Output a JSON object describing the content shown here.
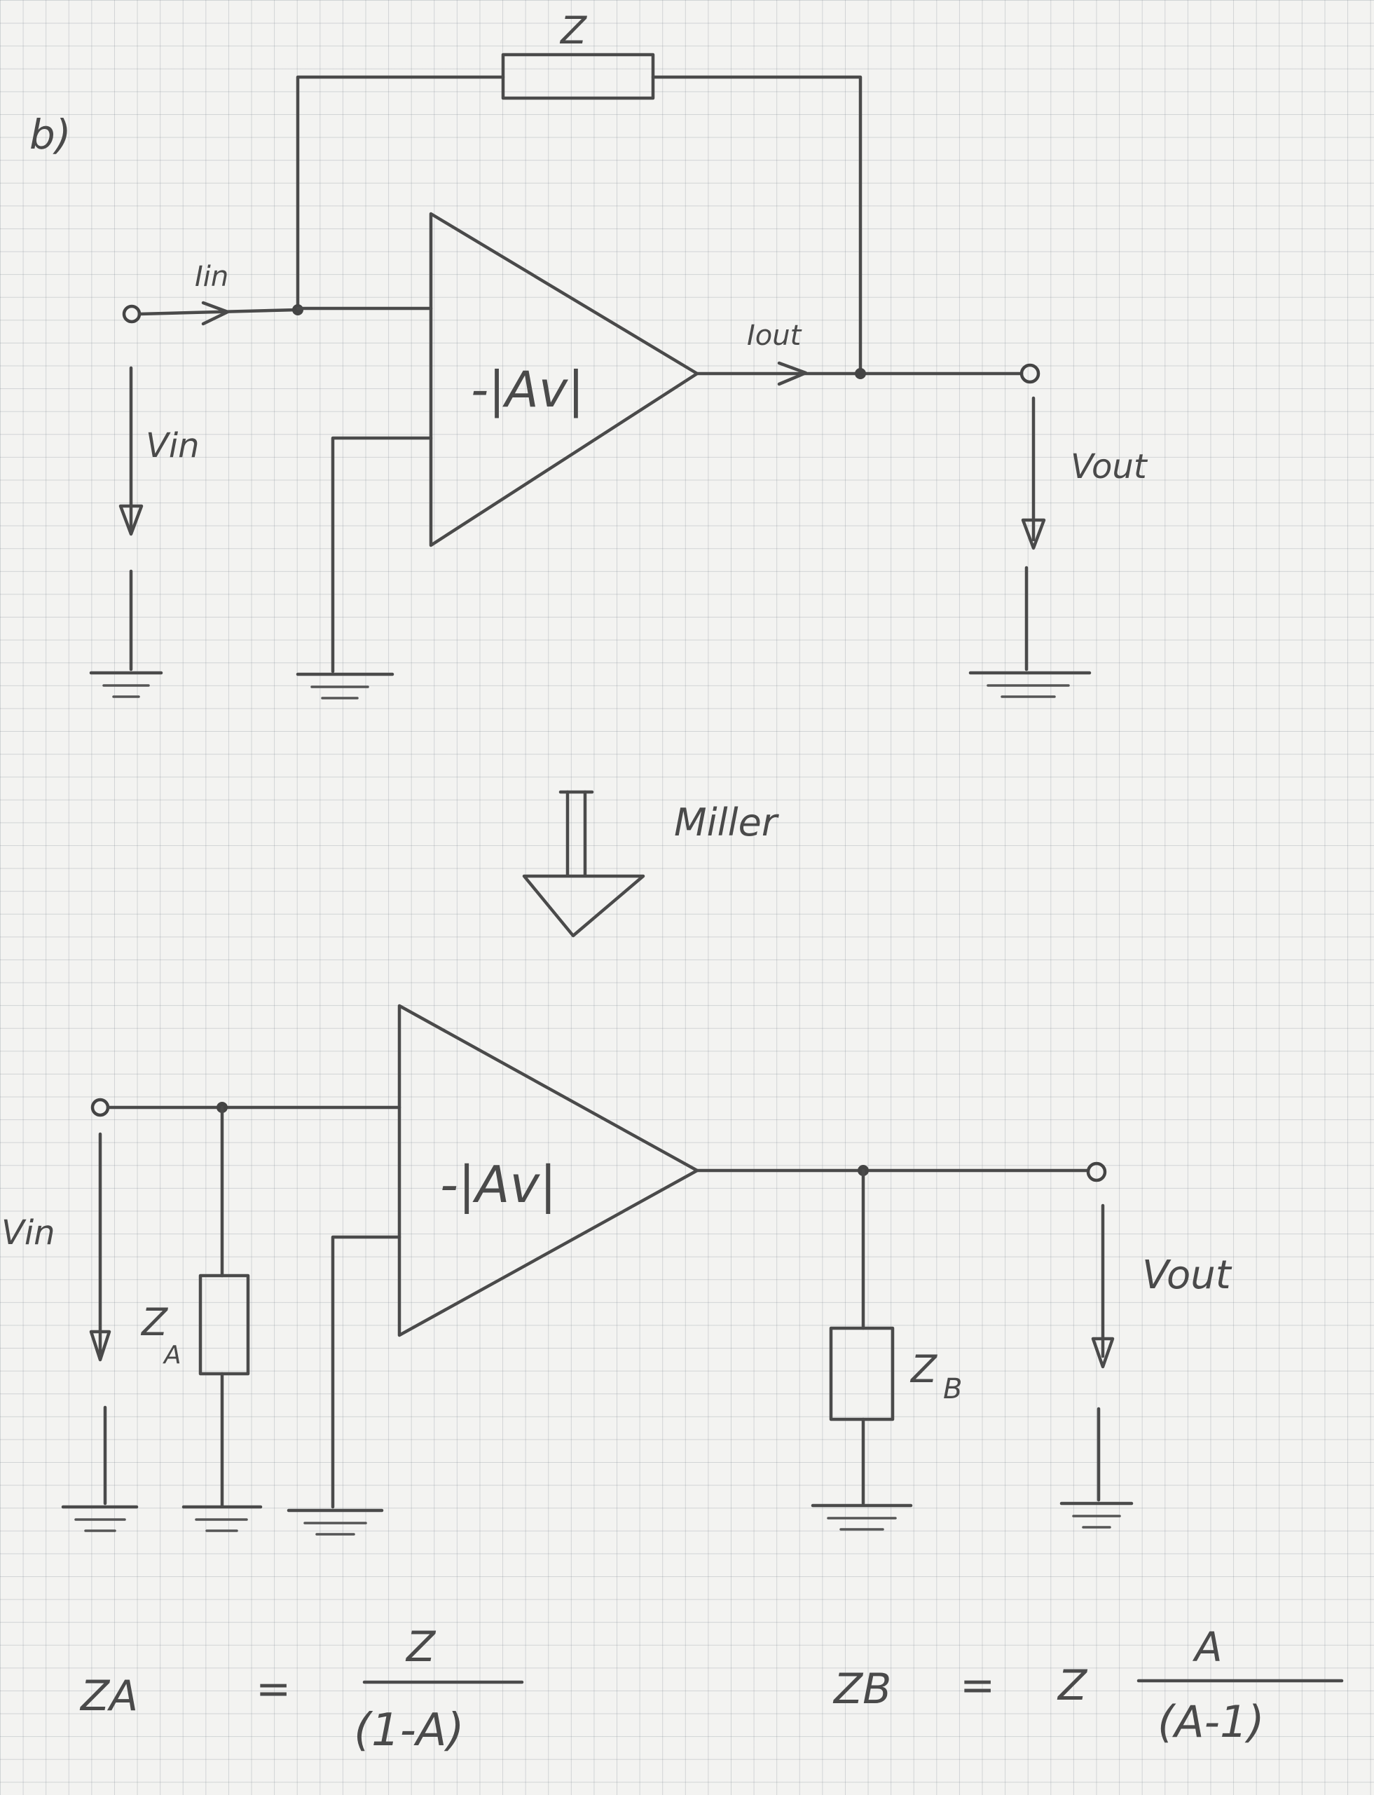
{
  "section_label": "b)",
  "top_circuit": {
    "feedback_impedance": "Z",
    "input_current": "Iin",
    "output_current": "Iout",
    "amp_gain": "-|Av|",
    "input_voltage": "Vin",
    "output_voltage": "Vout"
  },
  "transform_label": "Miller",
  "bottom_circuit": {
    "amp_gain": "-|Av|",
    "input_voltage": "Vin",
    "output_voltage": "Vout",
    "input_impedance": "Z",
    "input_impedance_sub": "A",
    "output_impedance": "Z",
    "output_impedance_sub": "B"
  },
  "equations": {
    "za_lhs": "ZA",
    "za_equals": "=",
    "za_numerator": "Z",
    "za_denominator": "(1-A)",
    "zb_lhs": "ZB",
    "zb_equals": "=",
    "zb_factor": "Z",
    "zb_numerator": "A",
    "zb_denominator": "(A-1)"
  }
}
